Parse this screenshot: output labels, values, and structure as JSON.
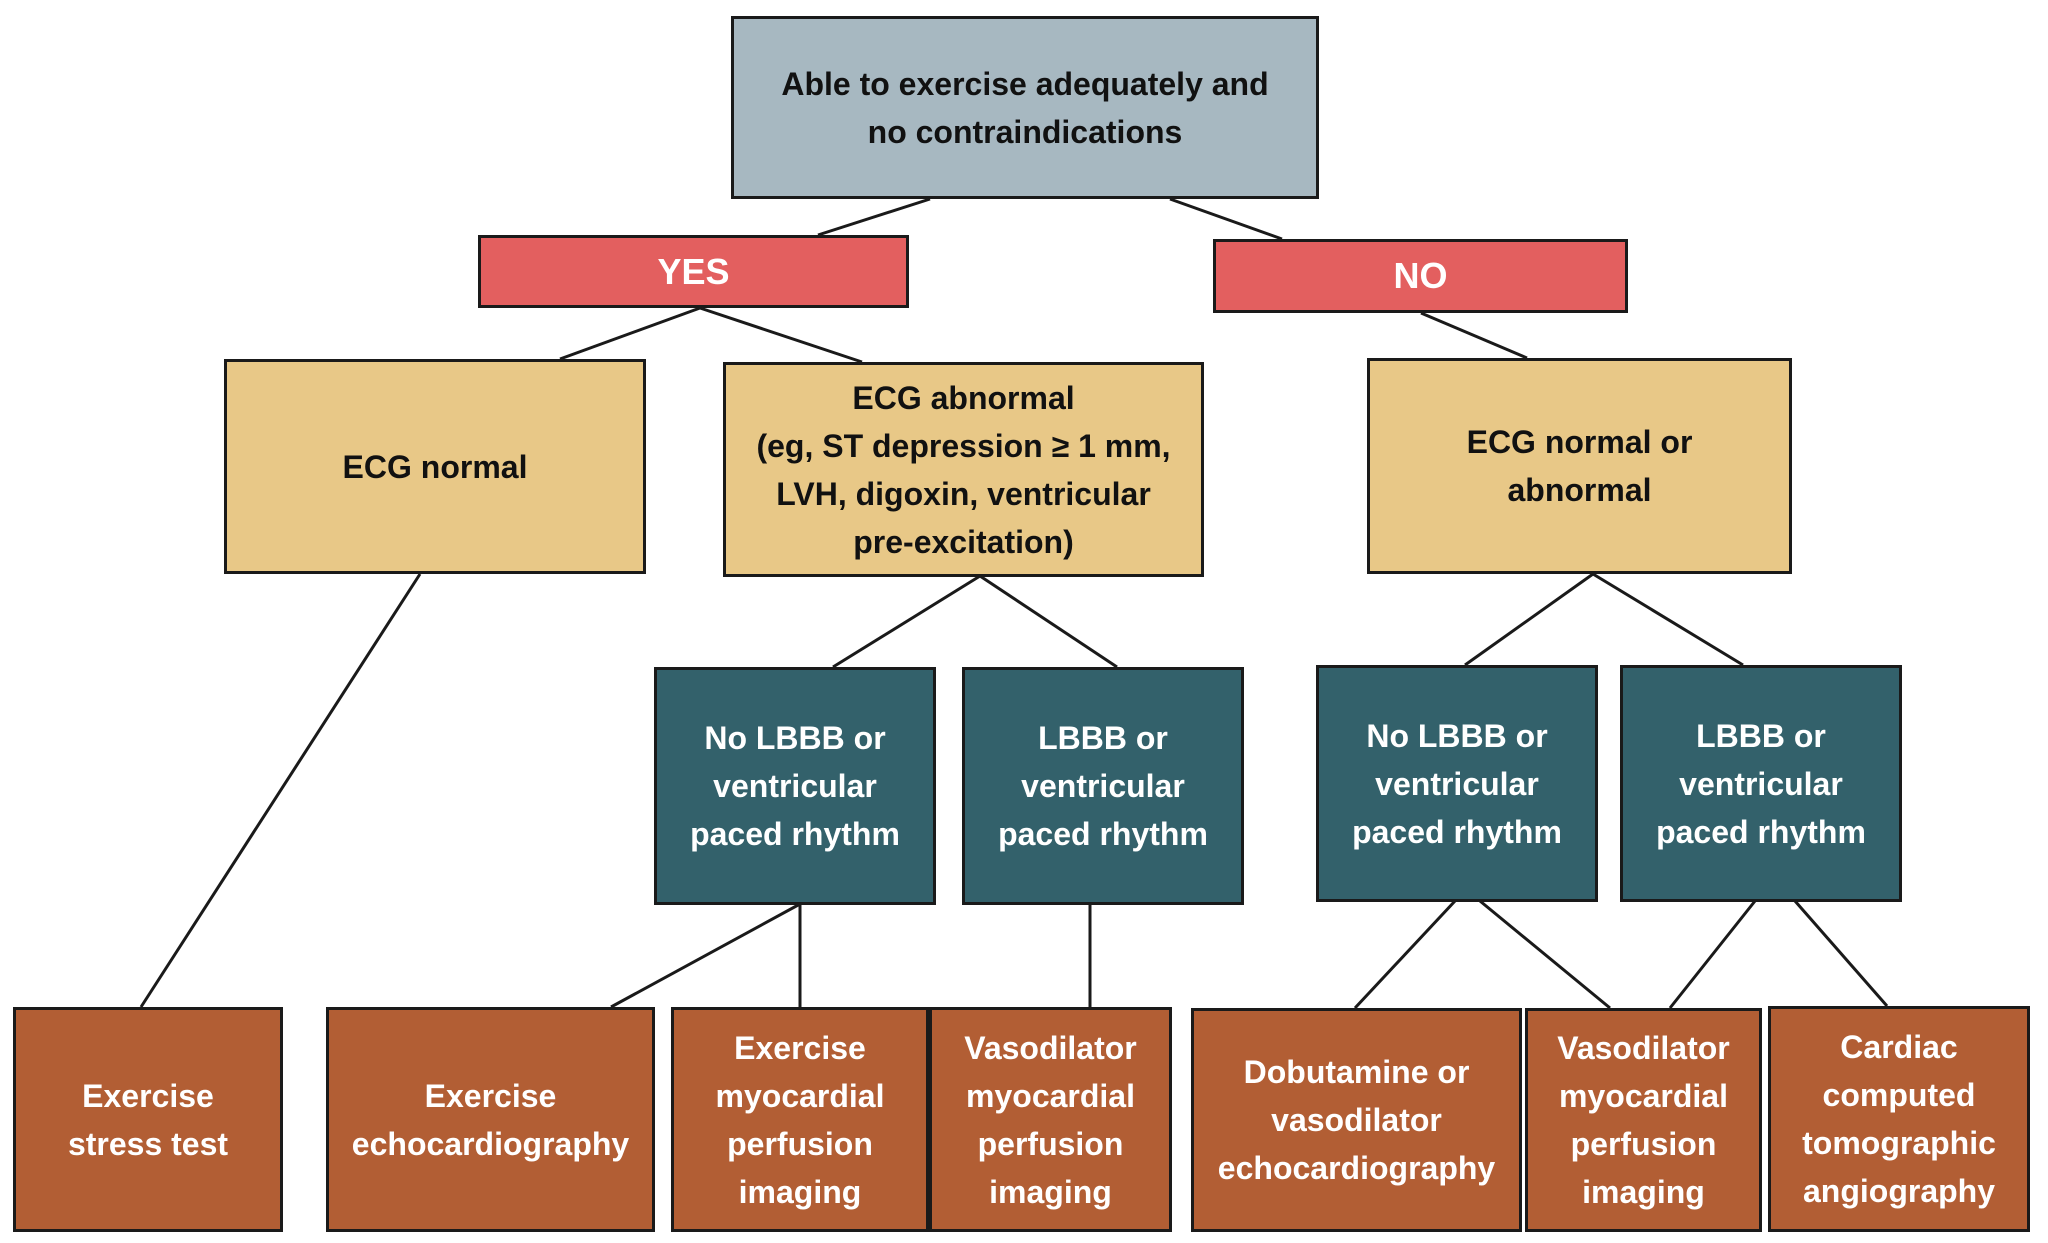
{
  "root": {
    "text": "Able to exercise adequately and\nno contraindications"
  },
  "yes": {
    "text": "YES"
  },
  "no": {
    "text": "NO"
  },
  "ecg_normal": {
    "text": "ECG normal"
  },
  "ecg_abnormal": {
    "text": "ECG abnormal\n(eg, ST depression ≥ 1 mm,\nLVH, digoxin, ventricular\npre-excitation)"
  },
  "ecg_normal_or_abnormal": {
    "text": "ECG normal or\nabnormal"
  },
  "yes_no_lbbb": {
    "text": "No LBBB or\nventricular\npaced rhythm"
  },
  "yes_lbbb": {
    "text": "LBBB or\nventricular\npaced rhythm"
  },
  "no_no_lbbb": {
    "text": "No LBBB or\nventricular\npaced rhythm"
  },
  "no_lbbb": {
    "text": "LBBB or\nventricular\npaced rhythm"
  },
  "exercise_stress_test": {
    "text": "Exercise\nstress test"
  },
  "exercise_echo": {
    "text": "Exercise\nechocardiography"
  },
  "exercise_mpi": {
    "text": "Exercise\nmyocardial\nperfusion\nimaging"
  },
  "vasodilator_mpi_1": {
    "text": "Vasodilator\nmyocardial\nperfusion\nimaging"
  },
  "dobutamine_echo": {
    "text": "Dobutamine or\nvasodilator\nechocardiography"
  },
  "vasodilator_mpi_2": {
    "text": "Vasodilator\nmyocardial\nperfusion\nimaging"
  },
  "cardiac_cta": {
    "text": "Cardiac\ncomputed\ntomographic\nangiography"
  },
  "colors": {
    "root": "#a7b8c1",
    "decision": "#e35f5f",
    "ecg": "#e8c887",
    "rhythm": "#33616b",
    "test": "#b25e34"
  }
}
